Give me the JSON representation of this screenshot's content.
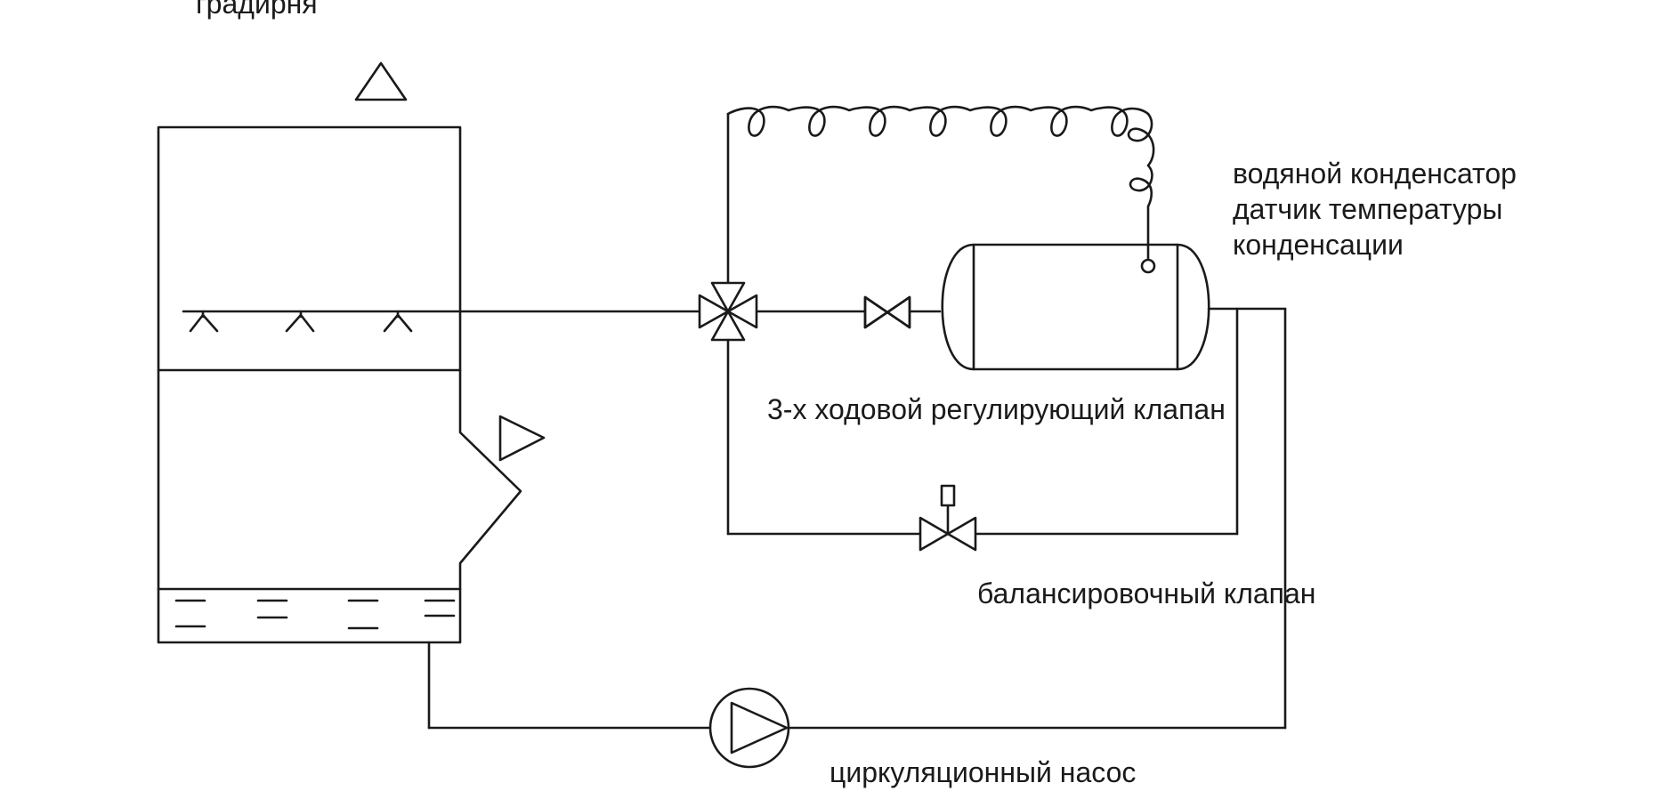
{
  "labels": {
    "cooling_tower": "градирня",
    "water_condenser": "водяной конденсатор",
    "temperature_sensor_line1": "датчик температуры",
    "temperature_sensor_line2": "конденсации",
    "three_way_valve": "3-х ходовой регулирующий клапан",
    "balancing_valve": "балансировочный клапан",
    "circulation_pump": "циркуляционный насос"
  },
  "icons": {
    "air_outlet": "triangle-up-icon",
    "air_inlet": "triangle-right-icon",
    "spray_nozzle": "nozzle-icon",
    "three_way_valve": "three-way-valve-icon",
    "shutoff_valve": "valve-icon",
    "balancing_valve": "balancing-valve-icon",
    "pump": "pump-icon",
    "coil": "coil-icon",
    "sensor": "sensor-icon"
  },
  "colors": {
    "line": "#1a1a1a",
    "background": "#ffffff"
  }
}
